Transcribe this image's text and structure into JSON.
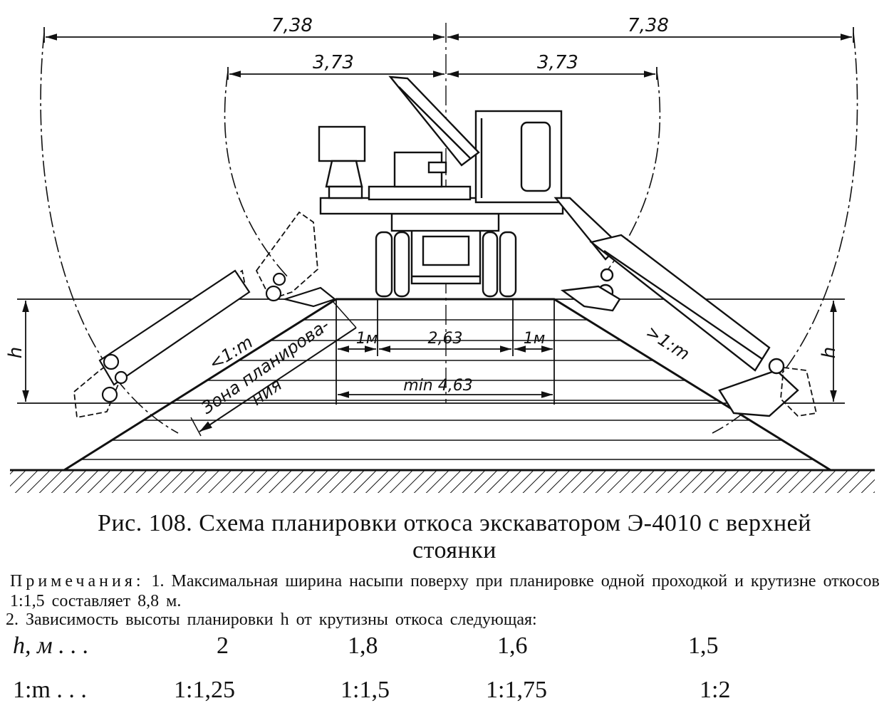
{
  "figure": {
    "dimensions": {
      "left_outer": "7,38",
      "right_outer": "7,38",
      "left_inner": "3,73",
      "right_inner": "3,73",
      "center_width": "2,63",
      "margin_left": "1м",
      "margin_right": "1м",
      "min_width": "min 4,63",
      "height_left": "h",
      "height_right": "h"
    },
    "slopes": {
      "left": "<1:m",
      "right": ">1:m"
    },
    "zone_label_line1": "Зона планирова-",
    "zone_label_line2": "ния"
  },
  "caption": {
    "line1": "Рис. 108. Схема планировки откоса экскаватором Э-4010 с верхней",
    "line2": "стоянки"
  },
  "notes": {
    "label": "Примечания:",
    "note1": "1. Максимальная ширина насыпи поверху при планировке одной проходкой и крутизне откосов 1:1,5 составляет 8,8 м.",
    "note2": "2. Зависимость высоты планировки h от крутизны откоса следующая:"
  },
  "table": {
    "h_label": "h, м . . .",
    "h_values": [
      "2",
      "1,8",
      "1,6",
      "1,5"
    ],
    "m_label": "1:m . . .",
    "m_values": [
      "1:1,25",
      "1:1,5",
      "1:1,75",
      "1:2"
    ]
  }
}
